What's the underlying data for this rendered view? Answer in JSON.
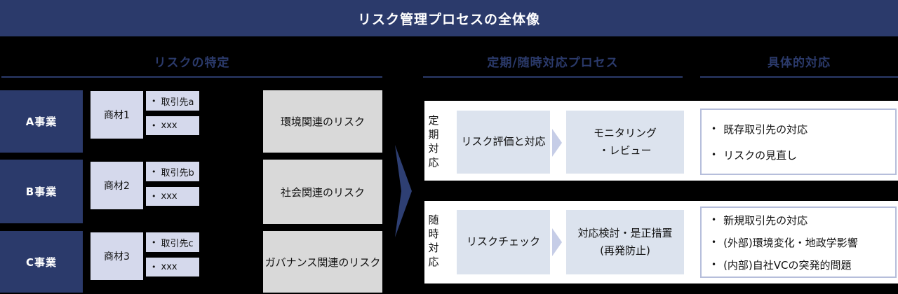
{
  "title": "リスク管理プロセスの全体像",
  "headers": {
    "identification": "リスクの特定",
    "process": "定期/随時対応プロセス",
    "actions": "具体的対応"
  },
  "identification_rows": [
    {
      "business": "A事業",
      "product": "商材1",
      "suppliers": [
        "取引先a",
        "xxx"
      ],
      "risk": "環境関連のリスク"
    },
    {
      "business": "B事業",
      "product": "商材2",
      "suppliers": [
        "取引先b",
        "xxx"
      ],
      "risk": "社会関連のリスク"
    },
    {
      "business": "C事業",
      "product": "商材3",
      "suppliers": [
        "取引先c",
        "xxx"
      ],
      "risk": "ガバナンス関連のリスク"
    }
  ],
  "process_rows": [
    {
      "label": "定期対応",
      "step1": "リスク評価と対応",
      "step2": "モニタリング\n・レビュー",
      "actions": [
        "既存取引先の対応",
        "リスクの見直し"
      ]
    },
    {
      "label": "随時対応",
      "step1": "リスクチェック",
      "step2": "対応検討・是正措置\n(再発防止)",
      "actions": [
        "新規取引先の対応",
        "(外部)環境変化・地政学影響",
        "(内部)自社VCの突発的問題"
      ]
    }
  ],
  "colors": {
    "navy": "#2b3a6b",
    "chevron_navy": "#2e3f73",
    "lavender_box": "#d5d9ec",
    "gray_risk_box": "#d9d9d9",
    "process_box_blue": "#dce3ee",
    "small_arrow": "#c6cde7",
    "action_box_border": "#b6bedb",
    "background": "#000000",
    "text_light": "#ffffff",
    "text_dark": "#111111"
  }
}
